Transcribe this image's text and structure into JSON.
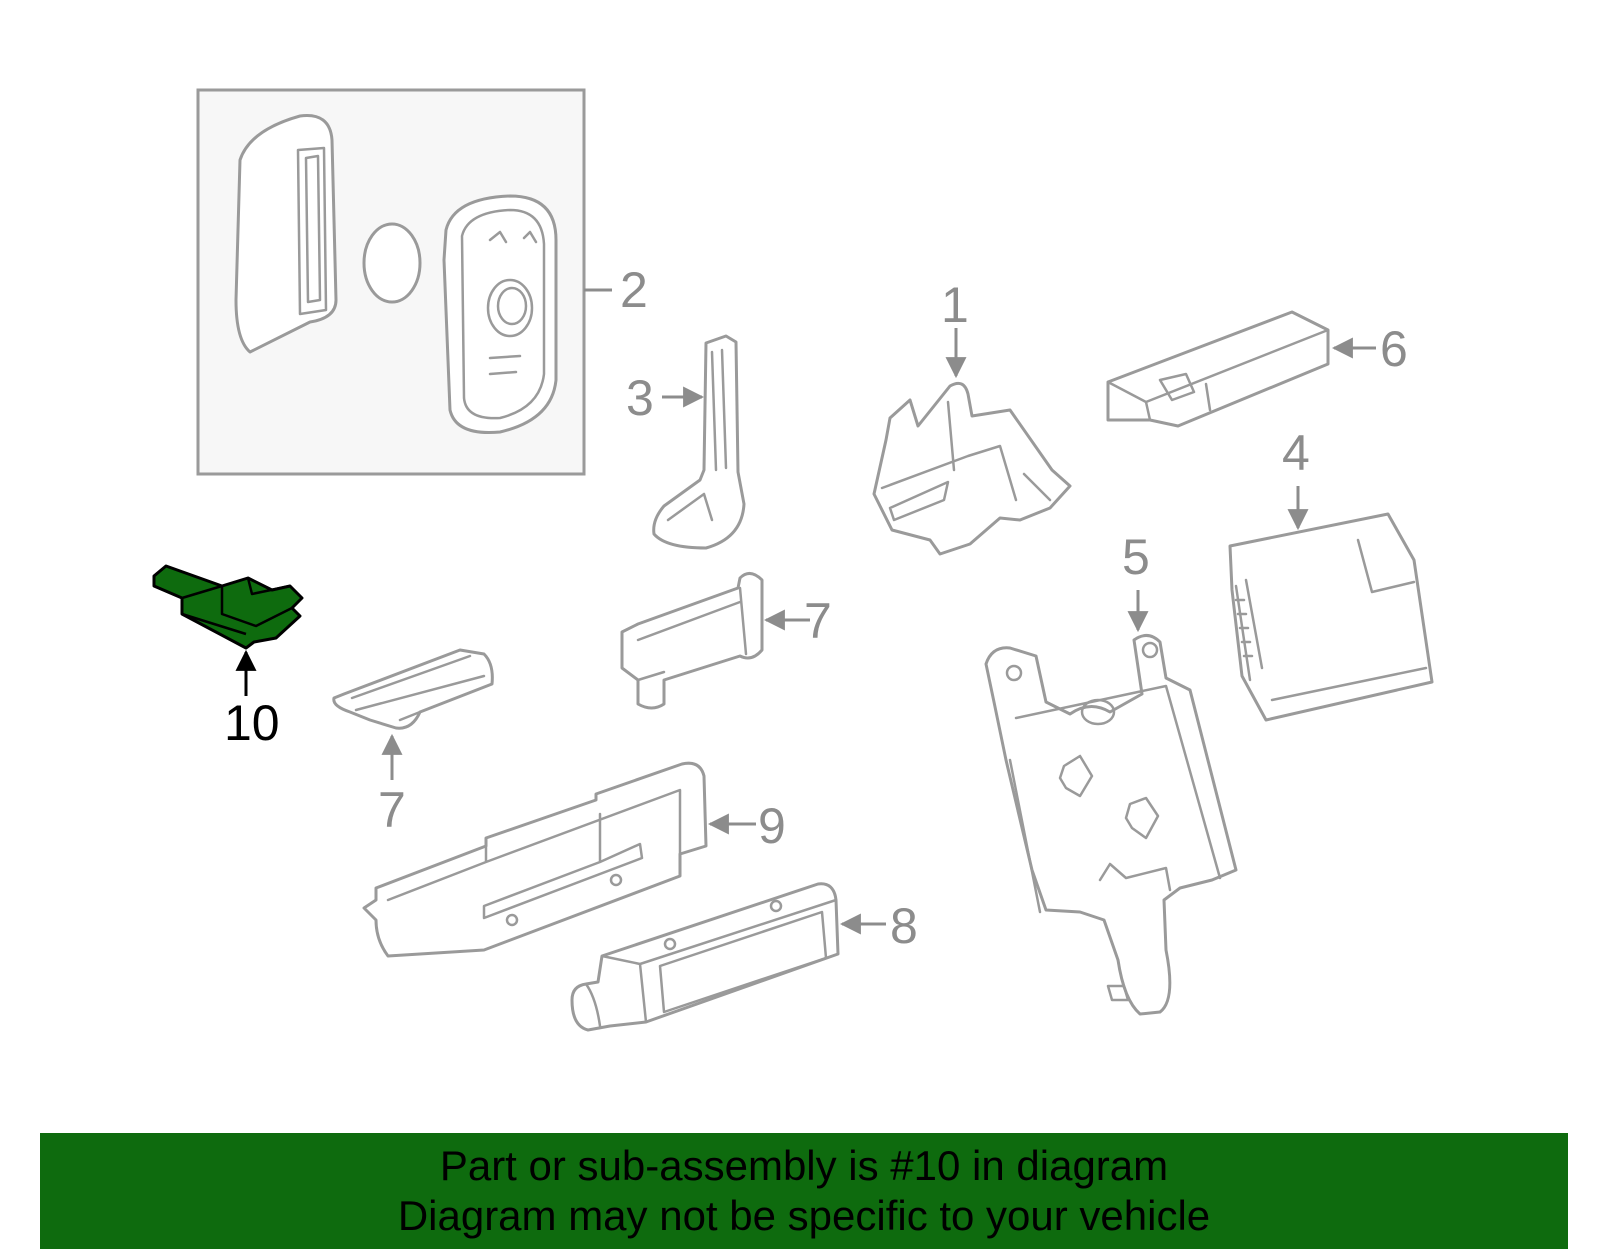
{
  "callouts": {
    "c1": "1",
    "c2": "2",
    "c3": "3",
    "c4": "4",
    "c5": "5",
    "c6": "6",
    "c7a": "7",
    "c7b": "7",
    "c8": "8",
    "c9": "9",
    "c10": "10"
  },
  "highlighted_part": "10",
  "colors": {
    "highlight": "#0e6b0e",
    "line_art": "#9a9a9a",
    "banner": "#0e6b0e"
  },
  "banner": {
    "line1": "Part or sub-assembly is #10 in diagram",
    "line2": "Diagram may not be specific to your vehicle"
  }
}
